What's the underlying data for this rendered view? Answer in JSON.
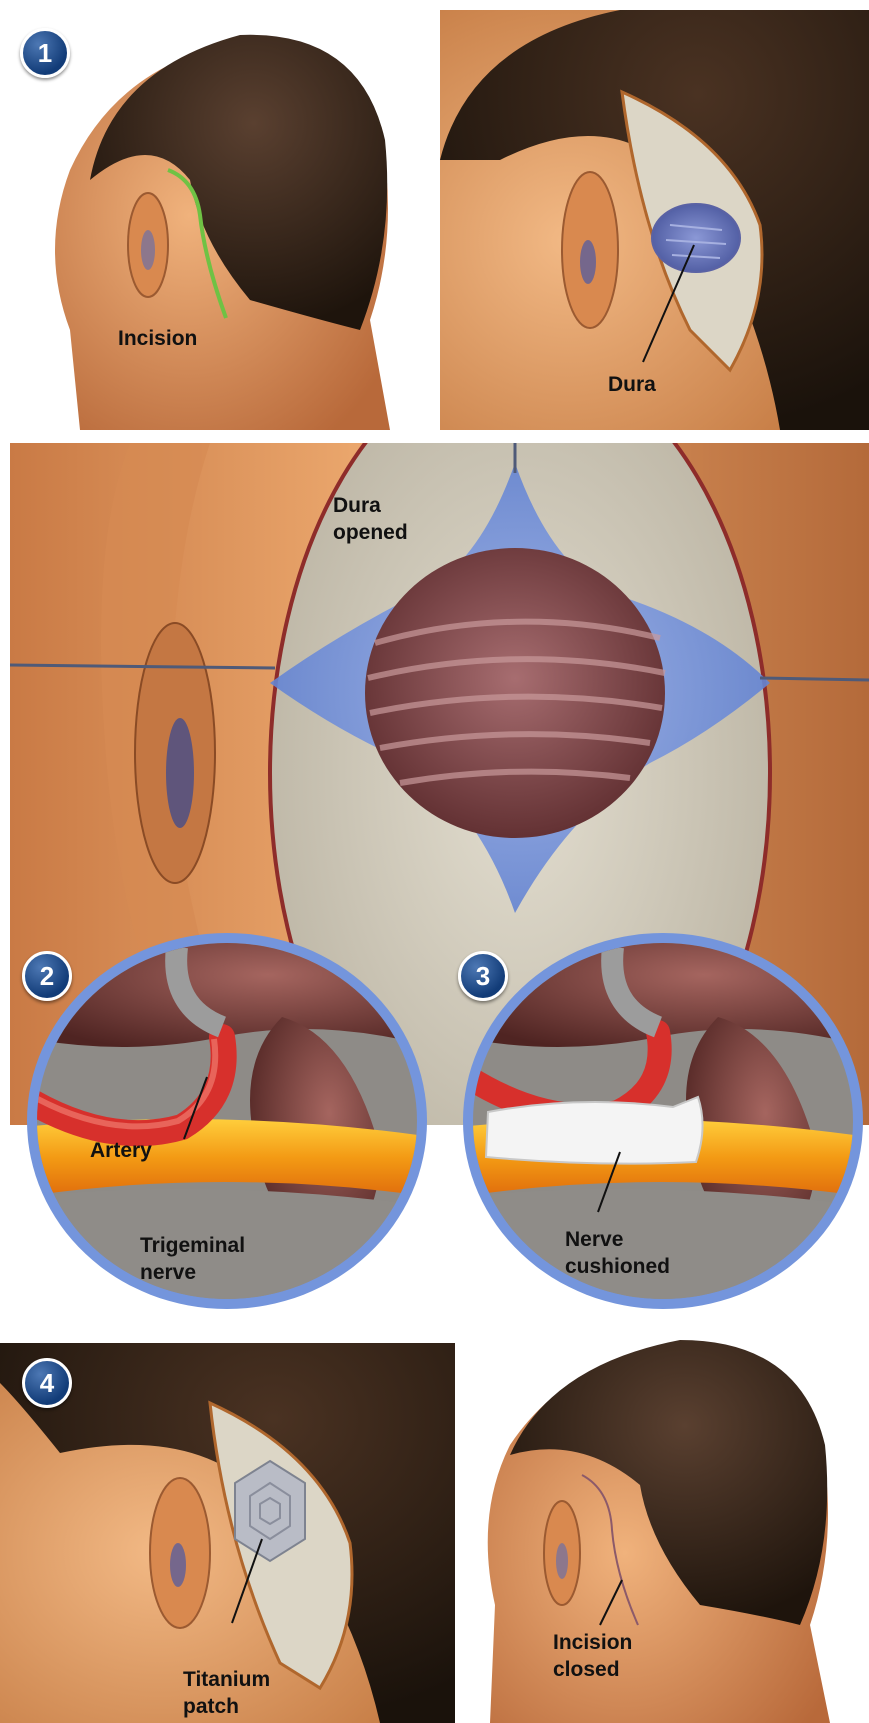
{
  "steps": {
    "one": "1",
    "two": "2",
    "three": "3",
    "four": "4"
  },
  "labels": {
    "incision": "Incision",
    "dura": "Dura",
    "dura_opened_line1": "Dura",
    "dura_opened_line2": "opened",
    "artery": "Artery",
    "trigeminal_line1": "Trigeminal",
    "trigeminal_line2": "nerve",
    "nerve_cushioned_line1": "Nerve",
    "nerve_cushioned_line2": "cushioned",
    "titanium_line1": "Titanium",
    "titanium_line2": "patch",
    "incision_closed_line1": "Incision",
    "incision_closed_line2": "closed"
  },
  "colors": {
    "skin": "#e59a62",
    "hair": "#3a2a1c",
    "bone": "#d8d2c2",
    "dura": "#6f7fc4",
    "artery": "#d7302c",
    "nerve": "#f3a722",
    "muscle": "#7a3c3a",
    "lens_rim": "#6d90d6",
    "badge": "#1f4f93",
    "incision_line": "#6fc244"
  }
}
